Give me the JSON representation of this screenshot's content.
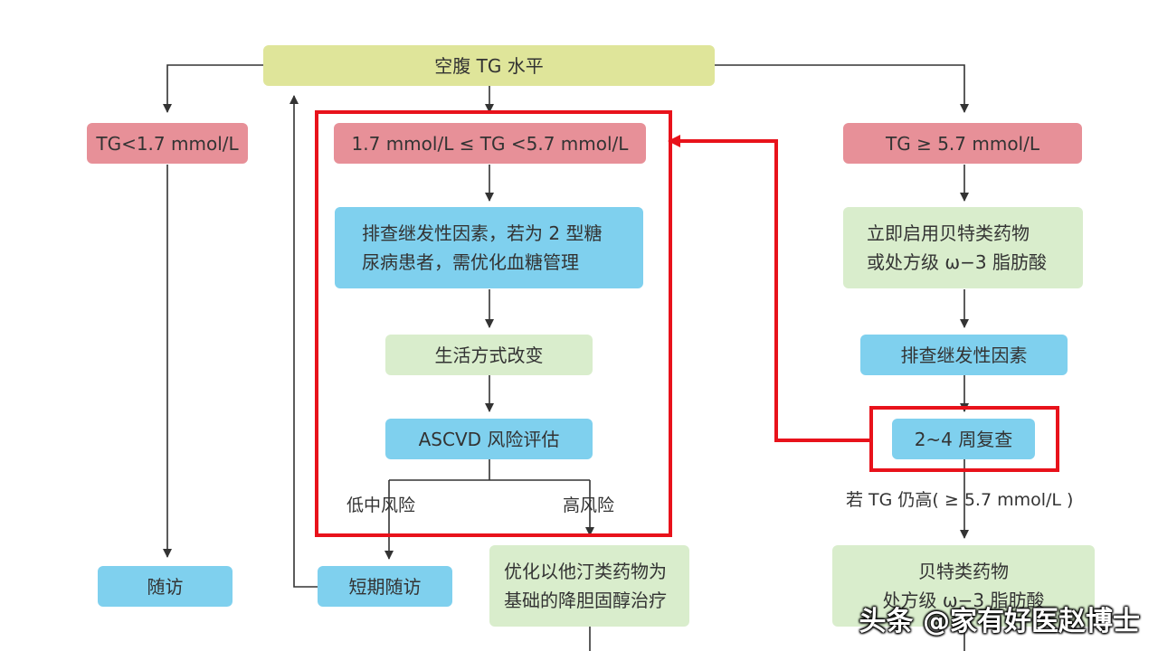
{
  "nodes": {
    "fasting_tg": "空腹 TG 水平",
    "tg_low": "TG<1.7 mmol/L",
    "tg_mid": "1.7 mmol/L ≤ TG <5.7 mmol/L",
    "tg_high": "TG ≥ 5.7 mmol/L",
    "secondary_screen_mid": [
      "排查继发性因素，若为 2 型糖",
      "尿病患者，需优化血糖管理"
    ],
    "lifestyle": "生活方式改变",
    "ascvd": "ASCVD 风险评估",
    "followup": "随访",
    "short_followup": "短期随访",
    "statin": [
      "优化以他汀类药物为",
      "基础的降胆固醇治疗"
    ],
    "fibrate_immediate": [
      "立即启用贝特类药物",
      "或处方级 ω−3 脂肪酸"
    ],
    "secondary_screen_high": "排查继发性因素",
    "recheck": "2~4 周复查",
    "fibrate": [
      "贝特类药物",
      "处方级 ω−3 脂肪酸"
    ]
  },
  "labels": {
    "low_mid_risk": "低中风险",
    "high_risk": "高风险",
    "still_high": "若 TG 仍高( ≥ 5.7 mmol/L )"
  },
  "watermark": "头条 @家有好医赵博士",
  "colors": {
    "yellow": "#dfe59a",
    "pink": "#e79098",
    "blue": "#7fd0ee",
    "green": "#d9edcc",
    "highlight_red": "#e8121b",
    "line": "#333333"
  }
}
